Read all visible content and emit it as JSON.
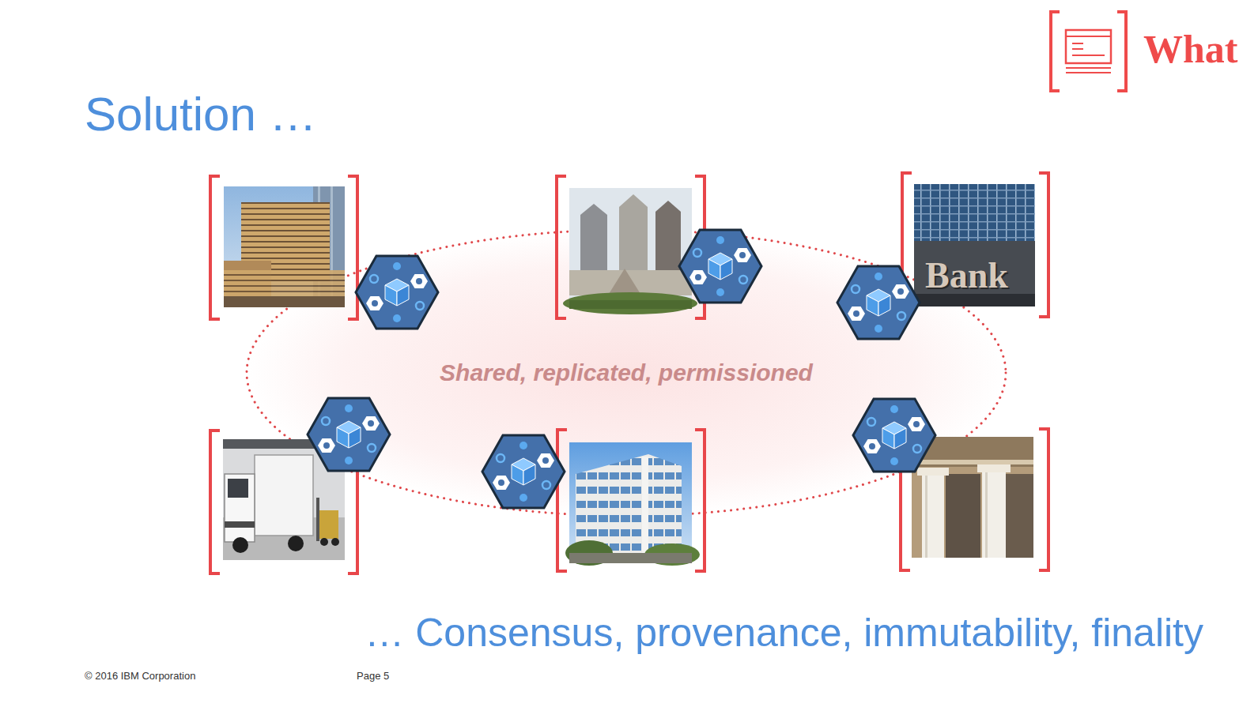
{
  "diagram": {
    "title": "Solution …",
    "caption": "… Consensus, provenance, immutability, finality",
    "nodes": [
      {
        "text": [
          "Shared, replicated, permissioned"
        ]
      }
    ],
    "labels": [
      "What",
      "Bank",
      "© 2016 IBM Corporation",
      "Page 5"
    ]
  }
}
